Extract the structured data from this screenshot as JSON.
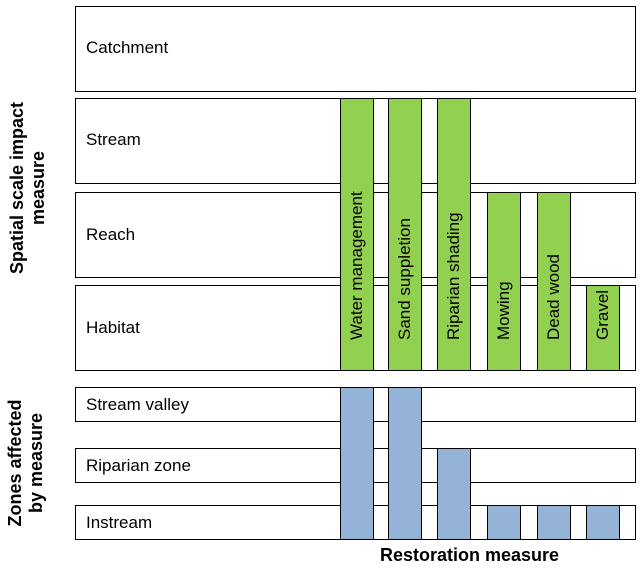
{
  "spatial_scale": {
    "title_line1": "Spatial scale impact",
    "title_line2": "measure",
    "levels": [
      "Catchment",
      "Stream",
      "Reach",
      "Habitat"
    ]
  },
  "zones": {
    "title_line1": "Zones affected",
    "title_line2": "by measure",
    "levels": [
      "Stream valley",
      "Riparian zone",
      "Instream"
    ]
  },
  "x_title": "Restoration measure",
  "measures": [
    {
      "name": "Water management",
      "top_scale": "Stream",
      "top_zone": "Stream valley"
    },
    {
      "name": "Sand suppletion",
      "top_scale": "Stream",
      "top_zone": "Stream valley"
    },
    {
      "name": "Riparian shading",
      "top_scale": "Stream",
      "top_zone": "Riparian zone"
    },
    {
      "name": "Mowing",
      "top_scale": "Reach",
      "top_zone": "Instream"
    },
    {
      "name": "Dead wood",
      "top_scale": "Reach",
      "top_zone": "Instream"
    },
    {
      "name": "Gravel",
      "top_scale": "Habitat",
      "top_zone": "Instream"
    }
  ],
  "colors": {
    "scale_bar": "#92d050",
    "zone_bar": "#95b3d7",
    "border": "#000000"
  }
}
